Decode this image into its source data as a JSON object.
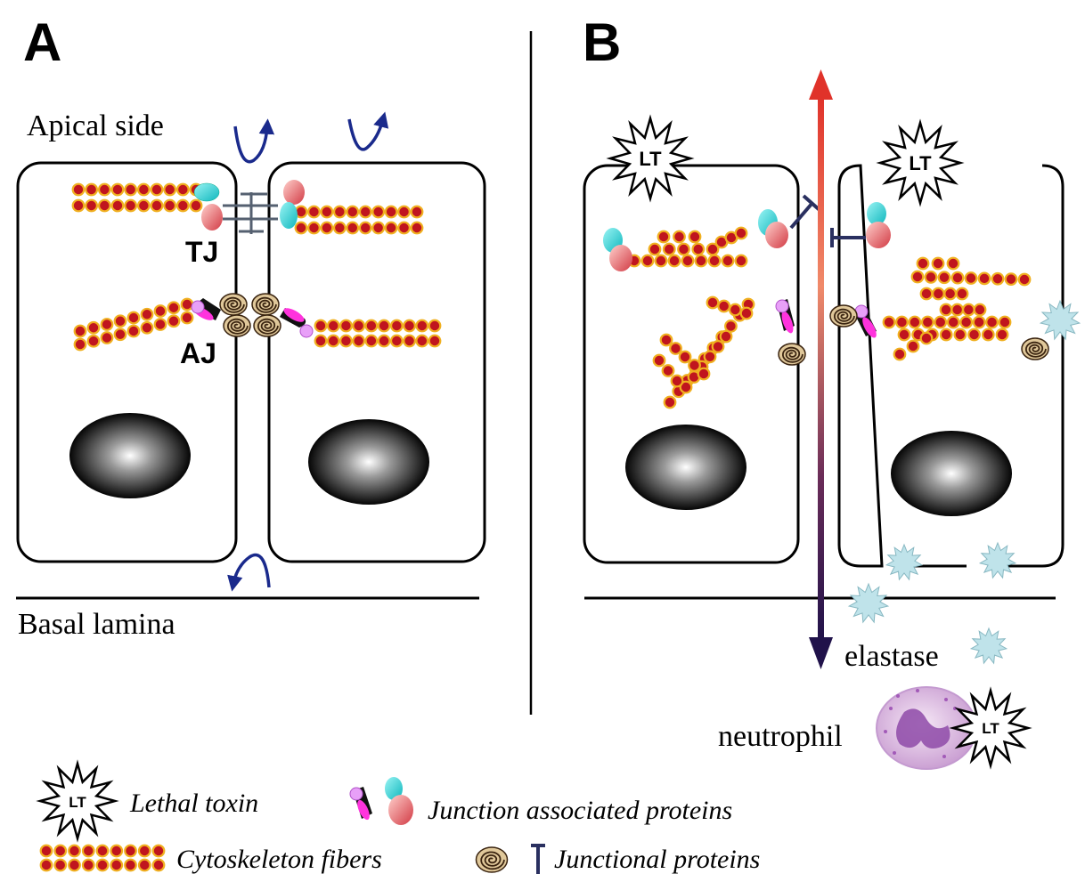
{
  "panel_a": {
    "letter": "A",
    "apical_label": "Apical side",
    "basal_label": "Basal lamina",
    "tj_label": "TJ",
    "aj_label": "AJ"
  },
  "panel_b": {
    "letter": "B",
    "lt_label": "LT",
    "elastase_label": "elastase",
    "neutrophil_label": "neutrophil"
  },
  "legend": {
    "lethal_toxin": "Lethal toxin",
    "junction_associated": "Junction associated proteins",
    "cytoskeleton": "Cytoskeleton fibers",
    "junctional": "Junctional proteins"
  },
  "colors": {
    "fiber_fill": "#c0151e",
    "fiber_ring": "#f0b020",
    "cyan_protein": "#19c4c4",
    "pink_protein": "#e0707a",
    "magenta_protein": "#ff33dd",
    "arrow_blue": "#1a2a8c",
    "elastase": "#bfe3ea",
    "gradient_top": "#e0322a",
    "gradient_bottom": "#20124a"
  }
}
